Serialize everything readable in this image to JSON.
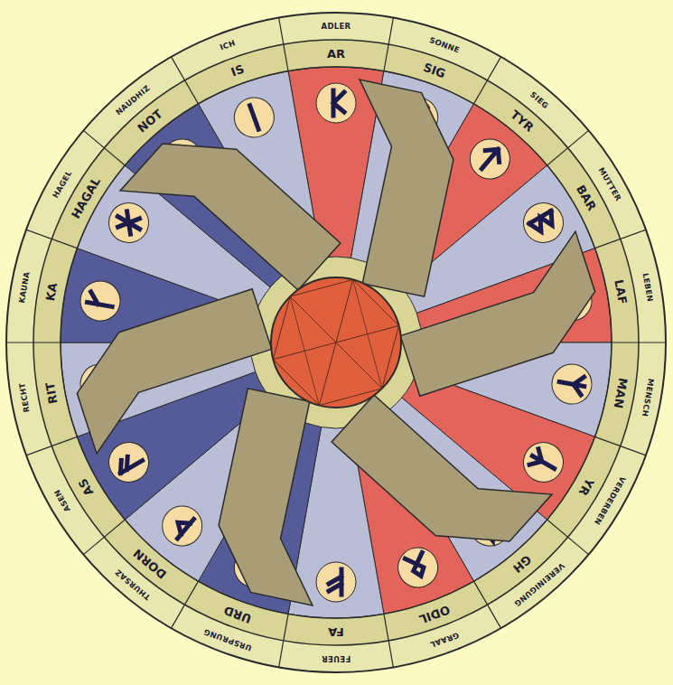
{
  "diagram": {
    "labels": [
      "AR",
      "SIG",
      "TYR",
      "BAR",
      "LAF",
      "MAN",
      "YR",
      "GH",
      "ODIL",
      "FA",
      "URD",
      "DORN",
      "AS",
      "RIT",
      "KA",
      "HAGAL",
      "NOT",
      "IS",
      "ADLER",
      "SONNE",
      "SIEG",
      "MUTTER",
      "LEBEN",
      "MENSCH",
      "VERDERBEN",
      "VEREINIGUNG",
      "GRAAL",
      "FEUER",
      "URSPRUNG",
      "THURSAZ",
      "ASEN",
      "RECHT",
      "KAUNA",
      "HAGEL",
      "NAUDHIZ",
      "ICH"
    ]
  }
}
